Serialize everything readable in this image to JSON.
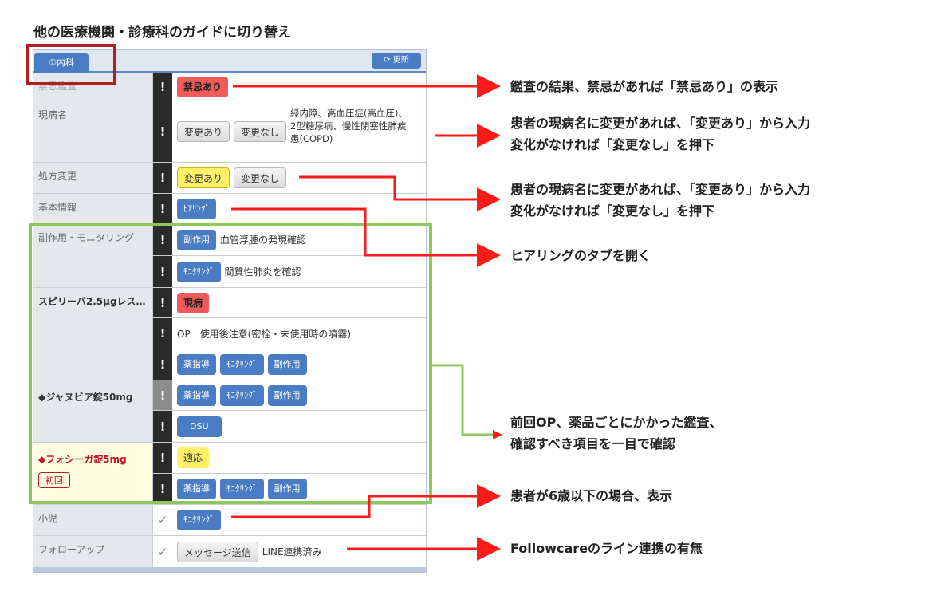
{
  "title": "他の医療機関・診療科のガイドに切り替え",
  "panel": {
    "tab": "①内科",
    "refresh": "更新",
    "rows": {
      "kinki": {
        "label": "禁忌鑑査",
        "badge": "禁忌あり"
      },
      "disease": {
        "label": "現病名",
        "change": "変更あり",
        "nochange": "変更なし",
        "text": "緑内障、高血圧症(高血圧)、2型糖尿病、慢性閉塞性肺疾患(COPD)"
      },
      "rx": {
        "label": "処方変更",
        "change": "変更あり",
        "nochange": "変更なし"
      },
      "basic": {
        "label": "基本情報",
        "hearing": "ﾋｱﾘﾝｸﾞ"
      },
      "side": {
        "label": "副作用・モニタリング",
        "b1": "副作用",
        "t1": "血管浮腫の発現確認",
        "b2": "ﾓﾆﾀﾘﾝｸﾞ",
        "t2": "間質性肺炎を確認"
      },
      "spiriva": {
        "label": "スピリーバ2.5μgレス…",
        "genbyo": "現病",
        "op": "OP　使用後注意(密栓・未使用時の噴霧)",
        "b1": "薬指導",
        "b2": "ﾓﾆﾀﾘﾝｸﾞ",
        "b3": "副作用"
      },
      "januvia": {
        "label": "◆ジャヌビア錠50mg",
        "b1": "薬指導",
        "b2": "ﾓﾆﾀﾘﾝｸﾞ",
        "b3": "副作用",
        "dsu": "DSU"
      },
      "forxiga": {
        "label": "◆フォシーガ錠5mg",
        "first": "初回",
        "tekio": "適応",
        "b1": "薬指導",
        "b2": "ﾓﾆﾀﾘﾝｸﾞ",
        "b3": "副作用"
      },
      "child": {
        "label": "小児",
        "btn": "ﾓﾆﾀﾘﾝｸﾞ"
      },
      "follow": {
        "label": "フォローアップ",
        "btn": "メッセージ送信",
        "status": "LINE連携済み"
      }
    },
    "excl": "!",
    "check": "✓"
  },
  "annotations": {
    "a1": "鑑査の結果、禁忌があれば「禁忌あり」の表示",
    "a2a": "患者の現病名に変更があれば、「変更あり」から入力",
    "a2b": "変化がなければ「変更なし」を押下",
    "a3a": "患者の現病名に変更があれば、「変更あり」から入力",
    "a3b": "変化がなければ「変更なし」を押下",
    "a4": "ヒアリングのタブを開く",
    "a5a": "前回OP、薬品ごとにかかった鑑査、",
    "a5b": "確認すべき項目を一目で確認",
    "a6": "患者が6歳以下の場合、表示",
    "a7": "Followcareのライン連携の有無"
  },
  "colors": {
    "arrow": "#ff1a1a",
    "green": "#8cc85a",
    "blue": "#4a7cc4"
  }
}
